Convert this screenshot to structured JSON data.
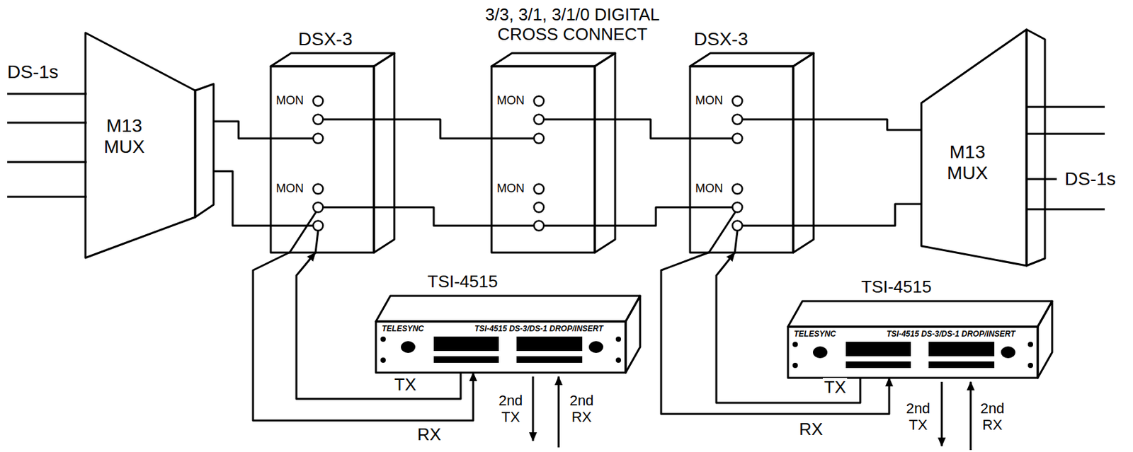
{
  "diagram": {
    "nodes": [
      {
        "text": [
          "M13 MUX"
        ]
      },
      {
        "text": [
          "DSX-3",
          "MON",
          "MON"
        ]
      },
      {
        "text": [
          "3/3, 3/1, 3/1/0 DIGITAL CROSS CONNECT",
          "MON",
          "MON"
        ]
      },
      {
        "text": [
          "DSX-3",
          "MON",
          "MON"
        ]
      },
      {
        "text": [
          "M13 MUX"
        ]
      },
      {
        "text": [
          "TSI-4515",
          "TELESYNC",
          "TSI-4515 DS-3/DS-1 DROP/INSERT"
        ]
      },
      {
        "text": [
          "TSI-4515",
          "TELESYNC",
          "TSI-4515 DS-3/DS-1 DROP/INSERT"
        ]
      }
    ],
    "edges": [
      {
        "from": 0,
        "to": 1,
        "arrow": "none"
      },
      {
        "from": 0,
        "to": 1,
        "arrow": "none"
      },
      {
        "from": 1,
        "to": 2,
        "arrow": "none"
      },
      {
        "from": 1,
        "to": 2,
        "arrow": "none"
      },
      {
        "from": 2,
        "to": 3,
        "arrow": "none"
      },
      {
        "from": 2,
        "to": 3,
        "arrow": "none"
      },
      {
        "from": 3,
        "to": 4,
        "arrow": "none"
      },
      {
        "from": 3,
        "to": 4,
        "arrow": "none"
      },
      {
        "from": 5,
        "to": 1,
        "label": "TX",
        "arrow": "to"
      },
      {
        "from": 1,
        "to": 5,
        "label": "RX",
        "arrow": "to"
      },
      {
        "from": 6,
        "to": 3,
        "label": "TX",
        "arrow": "to"
      },
      {
        "from": 3,
        "to": 6,
        "label": "RX",
        "arrow": "to"
      }
    ],
    "labels": [
      "DS-1s",
      "DS-1s",
      "2nd TX",
      "2nd RX",
      "2nd TX",
      "2nd RX"
    ]
  }
}
